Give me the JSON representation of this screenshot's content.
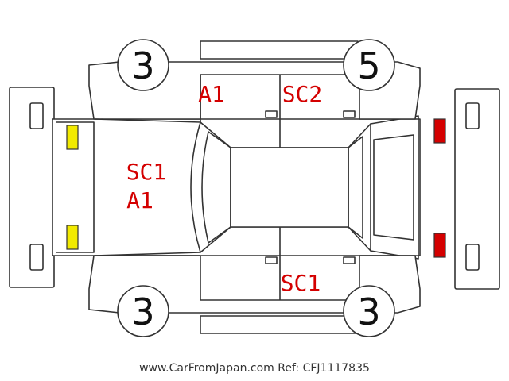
{
  "colors": {
    "damage_text": "#d40000",
    "front_lamp": "#f2ea00",
    "rear_lamp": "#d40000",
    "outline": "#333333"
  },
  "tires": {
    "front_left": "3",
    "rear_left": "5",
    "front_right": "3",
    "rear_right": "3"
  },
  "marks": {
    "front_left_door": "A1",
    "rear_left_door": "SC2",
    "hood_line1": "SC1",
    "hood_line2": "A1",
    "rear_right_door": "SC1"
  },
  "footer": {
    "site": "www.CarFromJapan.com",
    "ref": "Ref: CFJ1117835"
  }
}
